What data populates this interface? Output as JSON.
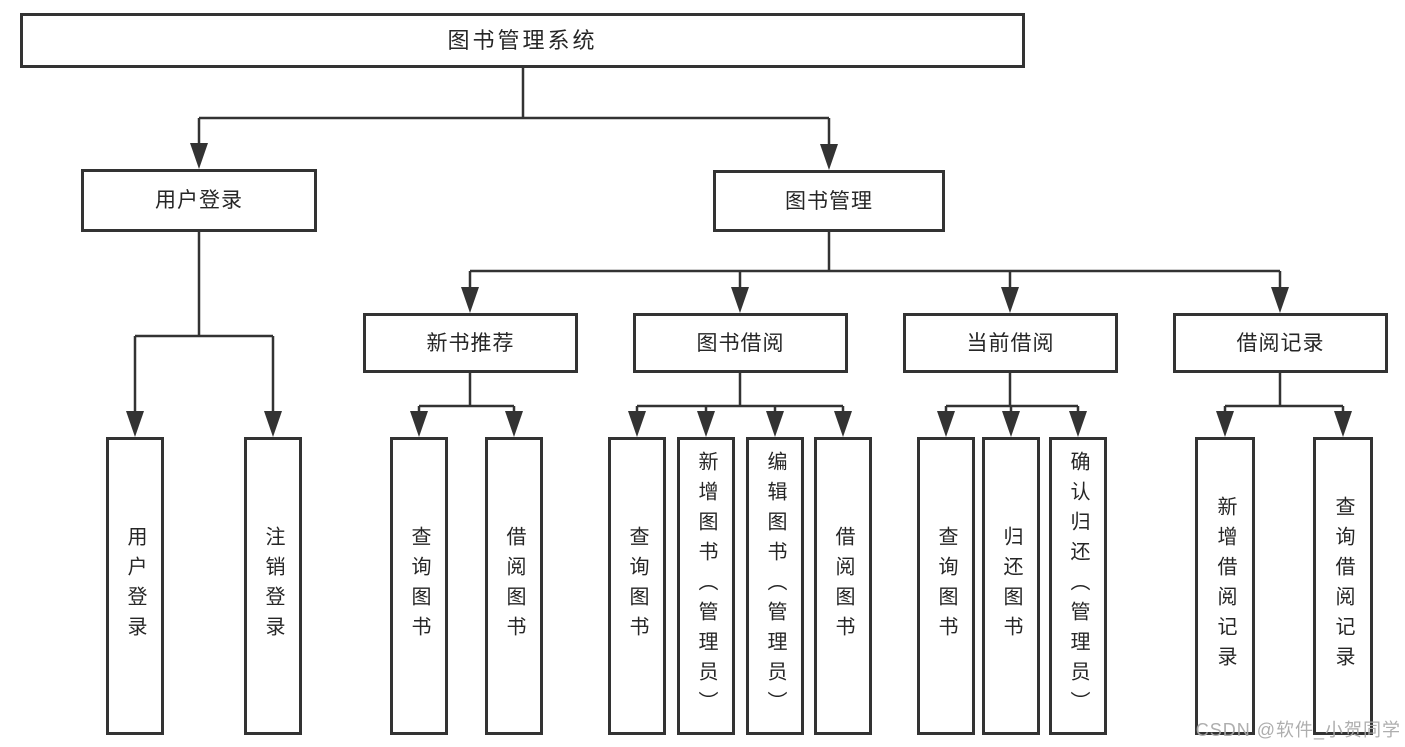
{
  "diagram_title": "图书管理系统",
  "tree": {
    "root": "图书管理系统",
    "user_login": {
      "label": "用户登录",
      "children": [
        "用户登录",
        "注销登录"
      ]
    },
    "book_mgmt": {
      "label": "图书管理",
      "modules": {
        "new_book": {
          "label": "新书推荐",
          "children": [
            "查询图书",
            "借阅图书"
          ]
        },
        "borrow": {
          "label": "图书借阅",
          "children": [
            "查询图书",
            "新增图书（管理员）",
            "编辑图书（管理员）",
            "借阅图书"
          ]
        },
        "current": {
          "label": "当前借阅",
          "children": [
            "查询图书",
            "归还图书",
            "确认归还（管理员）"
          ]
        },
        "records": {
          "label": "借阅记录",
          "children": [
            "新增借阅记录",
            "查询借阅记录"
          ]
        }
      }
    }
  },
  "watermark": "CSDN @软件_小贺同学",
  "colors": {
    "line": "#333333",
    "box_border": "#333333",
    "text": "#262626",
    "watermark": "#aaaaaa",
    "background": "#ffffff"
  }
}
